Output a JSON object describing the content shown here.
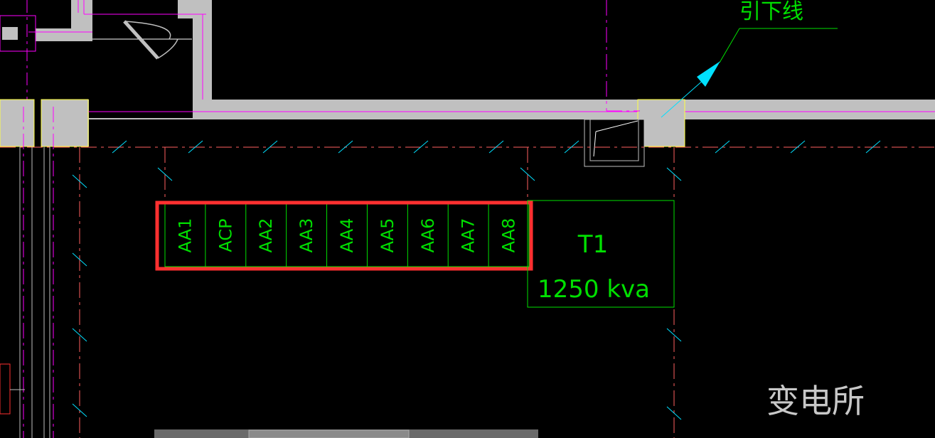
{
  "drawing": {
    "leader_note": "引下线",
    "room_name": "变电所",
    "transformer": {
      "name": "T1",
      "rating": "1250 kva"
    },
    "switchgear": [
      "AA1",
      "ACP",
      "AA2",
      "AA3",
      "AA4",
      "AA5",
      "AA6",
      "AA7",
      "AA8"
    ],
    "colors": {
      "background": "#000000",
      "wall_fill": "#c0c0c0",
      "axis_line": "#ff00ff",
      "dim_line": "#ff6060",
      "equipment": "#00e000",
      "highlight": "#ff3030",
      "column": "#ffff40",
      "arrow": "#00e0ff"
    }
  }
}
